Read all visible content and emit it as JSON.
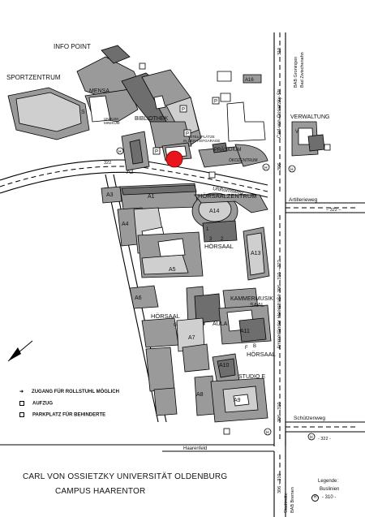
{
  "labels": {
    "info_point": "INFO POINT",
    "sportzentrum": "SPORTZENTRUM",
    "mensa": "MENSA",
    "bibliothek": "BIBLIOTHEK",
    "s": "S",
    "unikum": "UNIKUM",
    "minikum": "MINIKUM",
    "stellplaetze": "STELLPLÄTZE",
    "tiefgarage": "IN DER TIEFGARAGE",
    "praesidium": "PRÄSIDIUM",
    "oekozentrum": "ÖKOZENTRUM",
    "verwaltung": "VERWALTUNG",
    "v": "V",
    "a16": "A16",
    "a1": "A1",
    "a2": "A2",
    "a3": "A3",
    "a4": "A4",
    "a5": "A5",
    "a6": "A6",
    "a7": "A7",
    "a8": "A8",
    "a9": "A9",
    "a10": "A10",
    "a11": "A11",
    "a13": "A13",
    "a14": "A14",
    "hoersaalzentrum": "HÖRSAALZENTRUM",
    "hoersaal": "HÖRSAAL",
    "kammermusik": "KAMMERMUSIK",
    "saal": "SAAL",
    "aula": "AULA",
    "studio_e": "STUDIO E",
    "n1": "1",
    "n2": "2",
    "n3": "3",
    "g": "G",
    "b": "B",
    "f": "F"
  },
  "streets": {
    "uhlhornsweg": "Uhlhornsweg",
    "artillerieweg": "Artillerieweg",
    "ammerlaender": "Ammerländer Heerstraße",
    "carl_von_ossietzky": "Carl-von-Ossietzky-Str.",
    "schuetzenweg": "Schützenweg",
    "haarenfeld": "Haarenfeld",
    "bab_groningen": "BAB Groningen",
    "bad_zwischenahn": "Bad Zwischenahn",
    "bab_bremen": "BAB Bremen",
    "stadtmitte": "Stadtmitte"
  },
  "bus_numbers": {
    "b310": "310",
    "b306": "306",
    "b322": "322",
    "b306_310_322": "306 – 310 – 322",
    "b322_art": "– 322 –",
    "b322_uhl": "322",
    "b322_s": "- 322 -",
    "b306_310": "306 – 310",
    "stadtmitte_nums": "306 – 310"
  },
  "legend": {
    "wheelchair": "ZUGANG FÜR ROLLSTUHL MÖGLICH",
    "elevator": "AUFZUG",
    "parking": "PARKPLATZ FÜR BEHINDERTE"
  },
  "footer": {
    "university": "CARL VON OSSIETZKY UNIVERSITÄT OLDENBURG",
    "campus": "CAMPUS HAARENTOR"
  },
  "bus_key": {
    "title": "Legende:",
    "subtitle": "Buslinien",
    "line": "- 310 -"
  },
  "markers": {
    "h": "H",
    "p": "P",
    "marker_color": "#e8161b"
  }
}
